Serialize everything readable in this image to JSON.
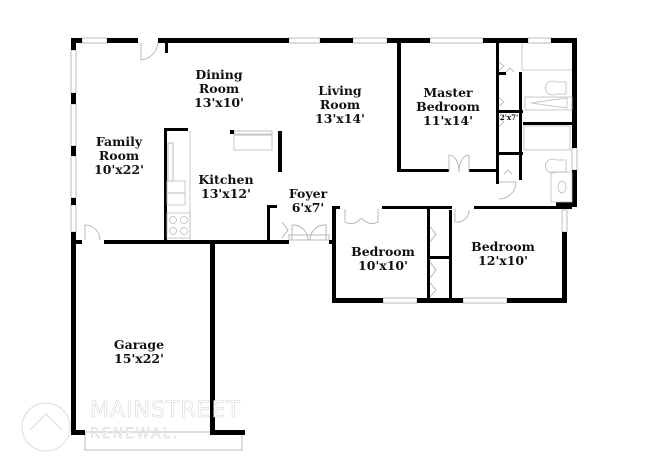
{
  "floor_plan": {
    "colors": {
      "wall": "#000000",
      "window": "#cccccc",
      "fixture": "#bbbbbb",
      "background": "#ffffff"
    },
    "rooms": [
      {
        "id": "dining",
        "name": "Dining",
        "name2": "Room",
        "dims": "13'x10'"
      },
      {
        "id": "living",
        "name": "Living",
        "name2": "Room",
        "dims": "13'x14'"
      },
      {
        "id": "master",
        "name": "Master",
        "name2": "Bedroom",
        "dims": "11'x14'"
      },
      {
        "id": "family",
        "name": "Family",
        "name2": "Room",
        "dims": "10'x22'"
      },
      {
        "id": "kitchen",
        "name": "Kitchen",
        "dims": "13'x12'"
      },
      {
        "id": "foyer",
        "name": "Foyer",
        "dims": "6'x7'"
      },
      {
        "id": "bedroom2",
        "name": "Bedroom",
        "dims": "10'x10'"
      },
      {
        "id": "bedroom3",
        "name": "Bedroom",
        "dims": "12'x10'"
      },
      {
        "id": "garage",
        "name": "Garage",
        "dims": "15'x22'"
      },
      {
        "id": "closet",
        "name": "2'x7'"
      }
    ]
  },
  "watermark": {
    "brand": "MAINSTREET",
    "sub": "RENEWAL."
  }
}
